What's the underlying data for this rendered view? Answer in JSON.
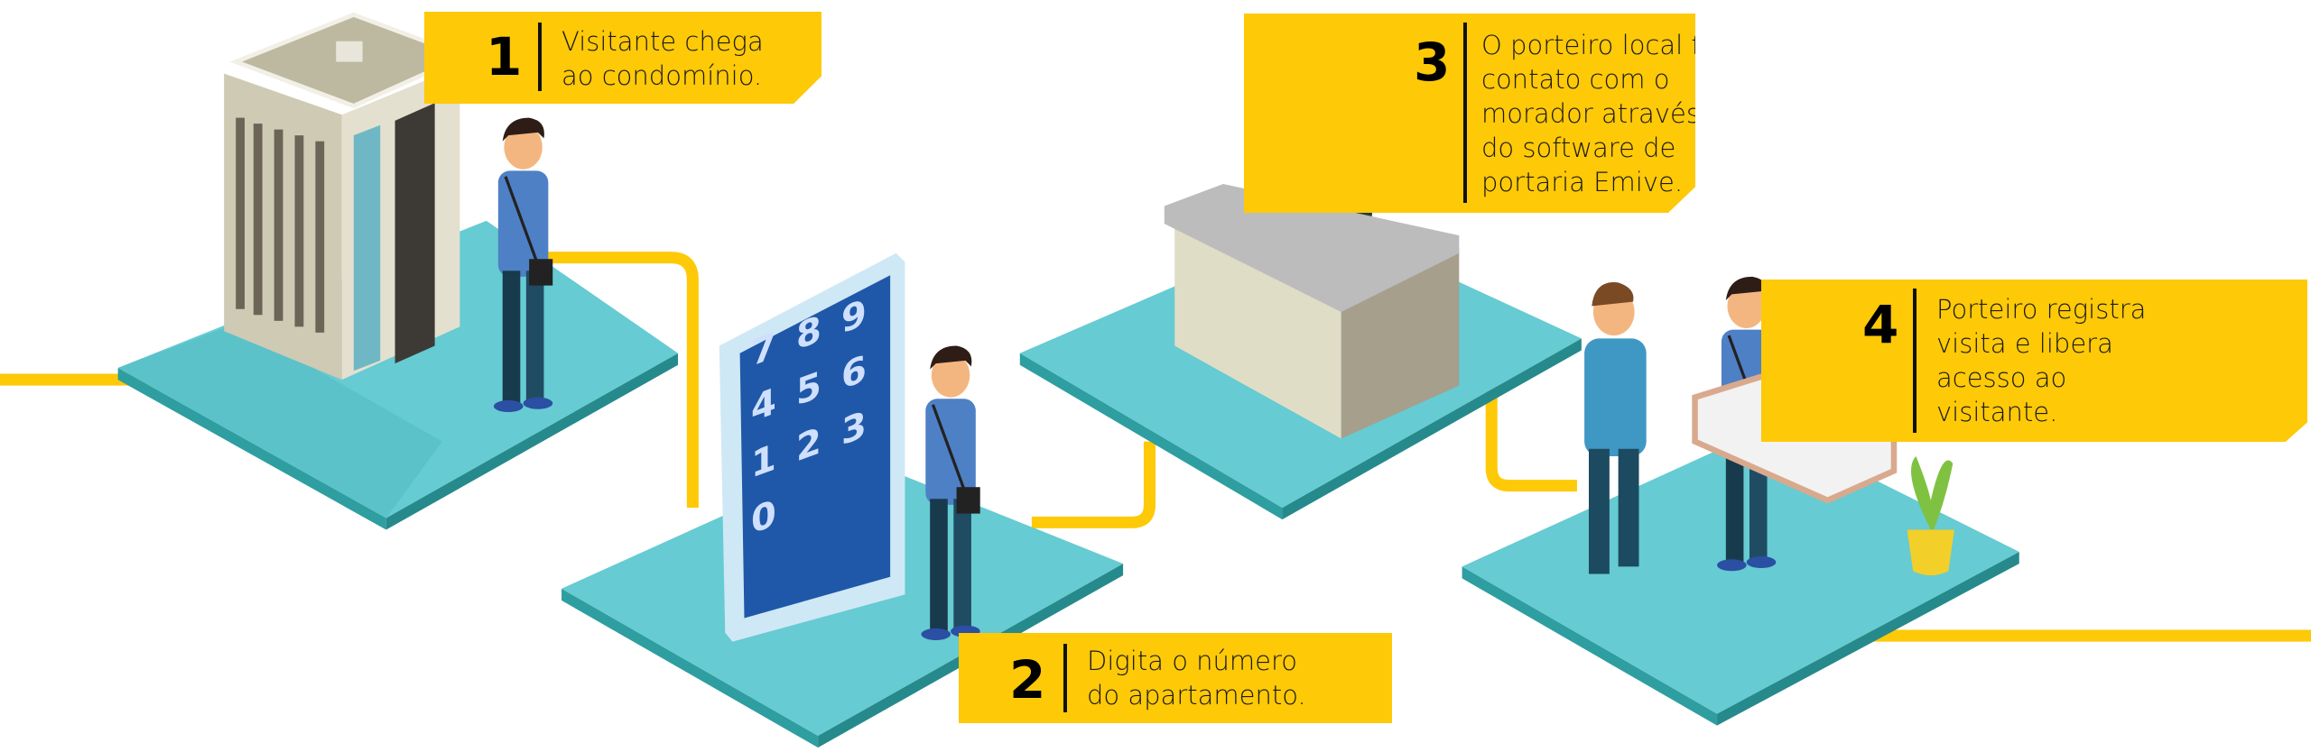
{
  "colors": {
    "accent_yellow": "#FEC907",
    "platform_top": "#66CBD2",
    "platform_side": "#2E9EA0",
    "keypad_blue": "#1F58A8"
  },
  "steps": [
    {
      "number": "1",
      "lines": [
        "Visitante chega",
        "ao condomínio."
      ]
    },
    {
      "number": "2",
      "lines": [
        "Digita o número",
        "do apartamento."
      ]
    },
    {
      "number": "3",
      "lines": [
        "O porteiro local faz",
        "contato com o",
        "morador através",
        "do software de",
        "portaria Emive."
      ]
    },
    {
      "number": "4",
      "lines": [
        "Porteiro registra",
        "visita e libera",
        "acesso ao",
        "visitante."
      ]
    }
  ],
  "keypad": {
    "keys": [
      "7",
      "8",
      "9",
      "4",
      "5",
      "6",
      "1",
      "2",
      "3",
      "0"
    ]
  }
}
